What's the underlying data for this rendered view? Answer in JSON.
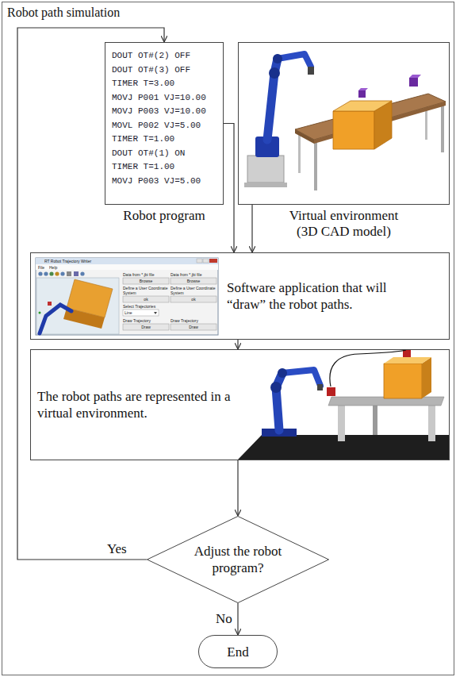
{
  "diagram": {
    "nodes": [
      {
        "text": [
          "Robot path simulation"
        ]
      },
      {
        "text": [
          "DOUT OT#(2) OFF",
          "DOUT OT#(3) OFF",
          "TIMER T=3.00",
          "MOVJ P001 VJ=10.00",
          "MOVJ P003 VJ=10.00",
          "MOVL P002 VJ=5.00",
          "TIMER T=1.00",
          "DOUT OT#(1) ON",
          "TIMER T=1.00",
          "MOVJ P003 VJ=5.00",
          "Robot program"
        ],
        "in": 0
      },
      {
        "text": [
          "Virtual environment (3D CAD model)"
        ],
        "in": 0
      },
      {
        "text": [
          "Software application that will “draw” the robot paths."
        ],
        "in": 0
      },
      {
        "text": [
          "The robot paths are represented in a virtual environment."
        ],
        "in": 0
      },
      {
        "text": [
          "Adjust the robot program?"
        ],
        "in": 0
      },
      {
        "text": [
          "End"
        ],
        "in": 0
      }
    ],
    "edges": [
      {
        "from": 1,
        "to": 3,
        "arrow": "to"
      },
      {
        "from": 2,
        "to": 3,
        "arrow": "to"
      },
      {
        "from": 3,
        "to": 4,
        "arrow": "to"
      },
      {
        "from": 4,
        "to": 5,
        "arrow": "to"
      },
      {
        "from": 5,
        "to": 6,
        "label": "No",
        "arrow": "to"
      },
      {
        "from": 5,
        "to": 1,
        "label": "Yes",
        "arrow": "to"
      }
    ],
    "labels": [
      "RT Robot Trajectory Writer",
      "File",
      "Help",
      "Data from *.jbi file",
      "Data from *.jbi file",
      "Browse",
      "Browse",
      "Define a User Coordinate System",
      "Define a User Coordinate System",
      "ok",
      "ok",
      "Select Trajectories",
      "Line",
      "Draw Trajectory",
      "Draw Trajectory",
      "Draw",
      "Draw"
    ]
  }
}
